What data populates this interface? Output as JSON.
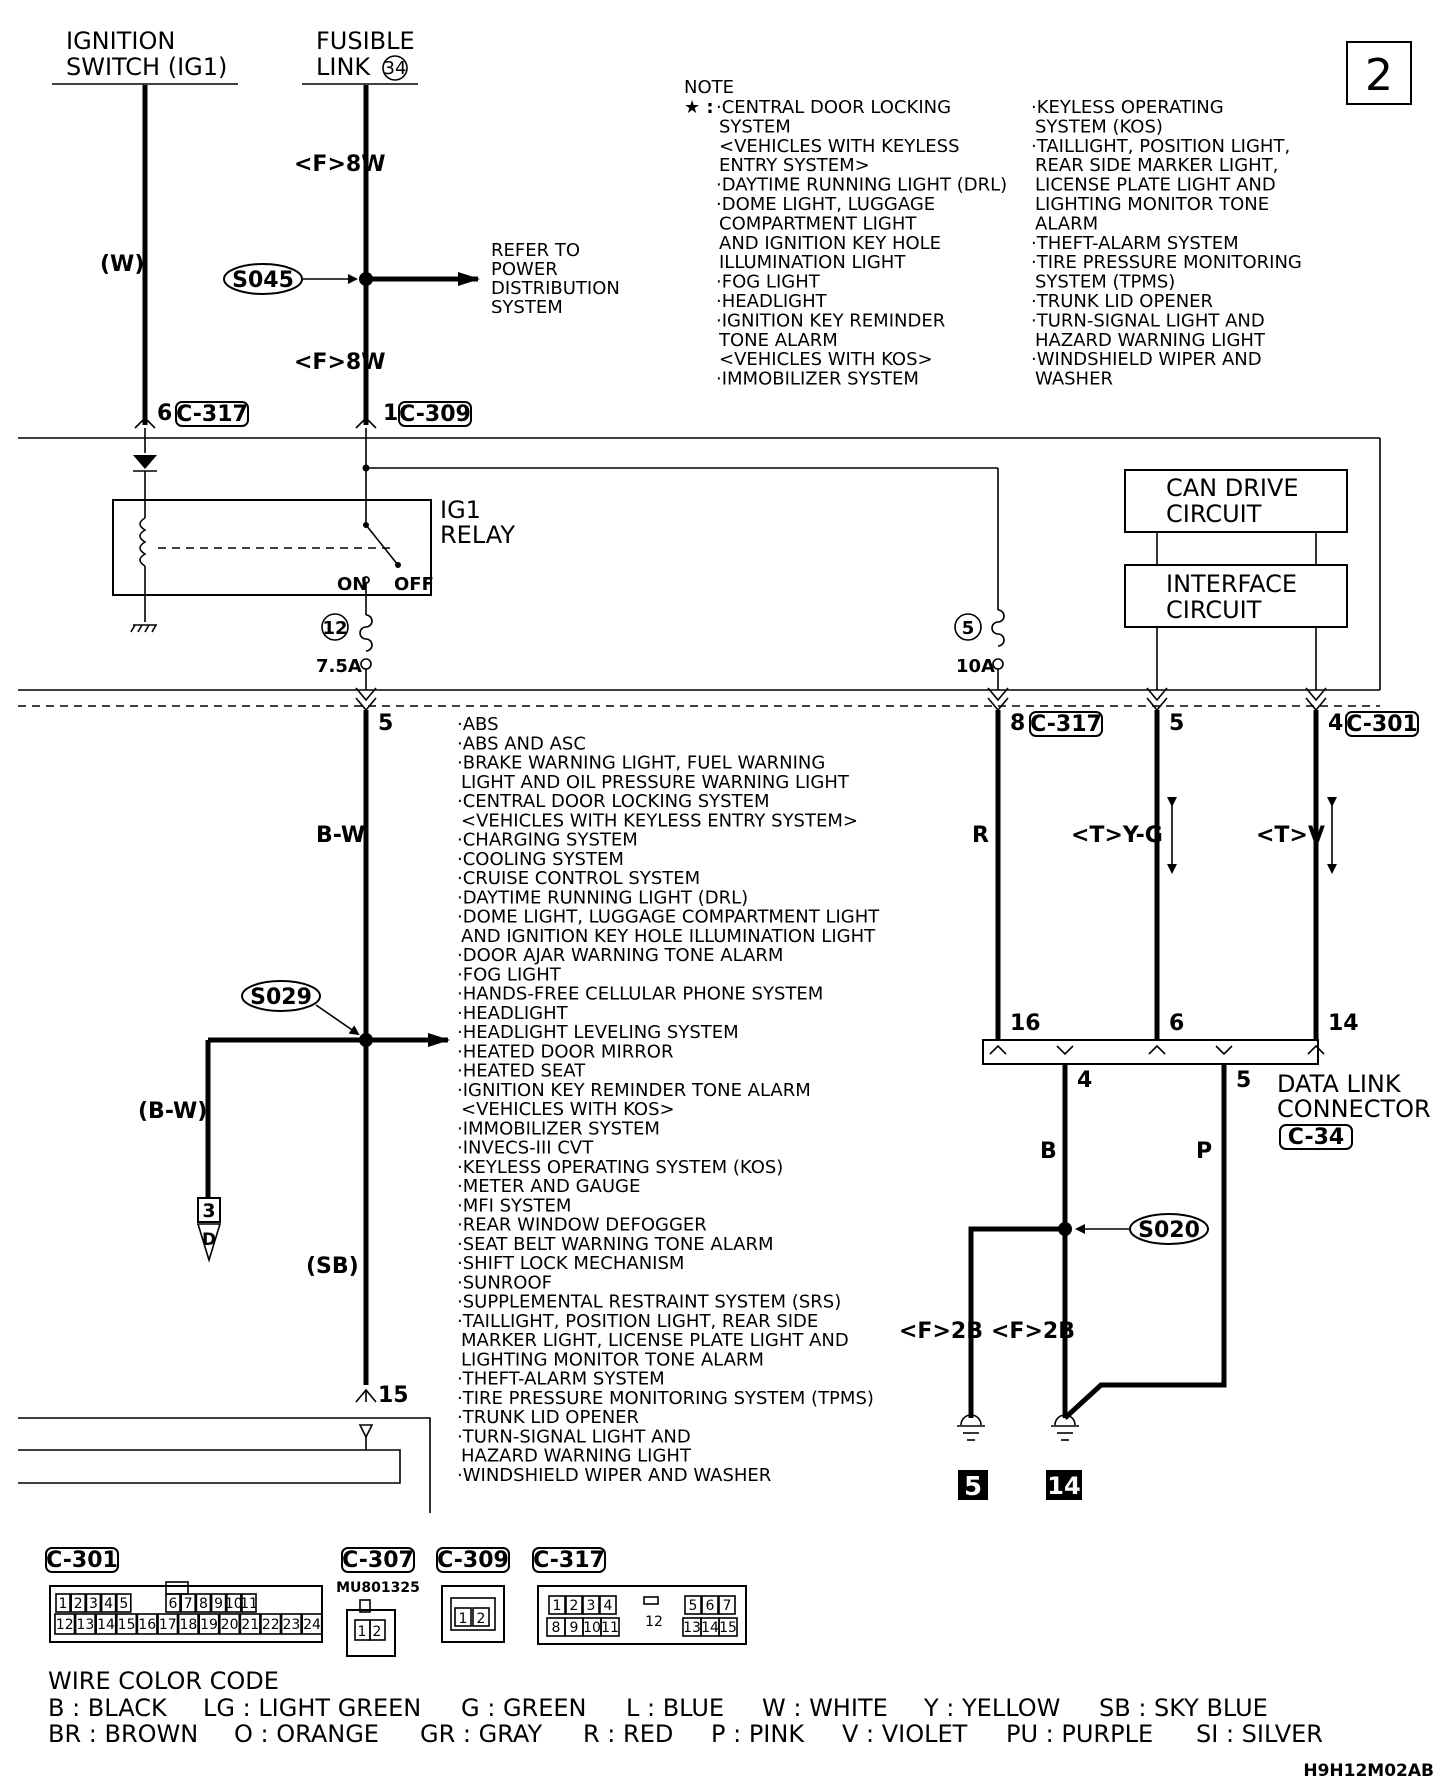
{
  "page_number": "2",
  "figure_code": "H9H12M02AB",
  "top_labels": {
    "ignition_switch": [
      "IGNITION",
      "SWITCH (IG1)"
    ],
    "fusible_link": [
      "FUSIBLE",
      "LINK",
      "34"
    ]
  },
  "note": {
    "title": "NOTE",
    "marker": "★ :",
    "col1": [
      "·CENTRAL DOOR LOCKING",
      "SYSTEM",
      "<VEHICLES WITH KEYLESS",
      "ENTRY SYSTEM>",
      "·DAYTIME RUNNING LIGHT (DRL)",
      "·DOME LIGHT, LUGGAGE",
      "COMPARTMENT LIGHT",
      "AND IGNITION KEY HOLE",
      "ILLUMINATION LIGHT",
      "·FOG LIGHT",
      "·HEADLIGHT",
      "·IGNITION KEY REMINDER",
      "TONE ALARM",
      "<VEHICLES WITH KOS>",
      "·IMMOBILIZER SYSTEM"
    ],
    "col2": [
      "·KEYLESS OPERATING",
      "SYSTEM (KOS)",
      "·TAILLIGHT, POSITION LIGHT,",
      "REAR SIDE MARKER LIGHT,",
      "LICENSE PLATE LIGHT AND",
      "LIGHTING MONITOR TONE",
      "ALARM",
      "·THEFT-ALARM SYSTEM",
      "·TIRE PRESSURE MONITORING",
      "SYSTEM (TPMS)",
      "·TRUNK LID OPENER",
      "·TURN-SIGNAL LIGHT AND",
      "HAZARD WARNING LIGHT",
      "·WINDSHIELD WIPER AND",
      "WASHER"
    ]
  },
  "refer": [
    "REFER TO",
    "POWER",
    "DISTRIBUTION",
    "SYSTEM"
  ],
  "splices": {
    "s045": "S045",
    "s029": "S029",
    "s020": "S020"
  },
  "wire_labels": {
    "w": "(W)",
    "f8w_top": "<F>8W",
    "f8w_bottom": "<F>8W",
    "bw": "B-W",
    "bw_branch": "(B-W)",
    "sb": "(SB)",
    "r": "R",
    "tyg": "<T>Y-G",
    "tv": "<T>V",
    "b": "B",
    "p": "P",
    "f2b_left": "<F>2B",
    "f2b_right": "<F>2B"
  },
  "connectors": {
    "c317": "C-317",
    "c309": "C-309",
    "c301": "C-301",
    "c307": "C-307",
    "c34": "C-34",
    "c307_part": "MU801325"
  },
  "pins": {
    "c317_in": "6",
    "c309_in": "1",
    "c317_out": "8",
    "c301_pin5": "5",
    "c301_pin4": "4",
    "relay_out": "5",
    "out15": "15",
    "dlc16": "16",
    "dlc6": "6",
    "dlc14": "14",
    "dlc4": "4",
    "dlc5": "5"
  },
  "relay": {
    "name": [
      "IG1",
      "RELAY"
    ],
    "on": "ON",
    "off": "OFF"
  },
  "fuses": {
    "f12": "12",
    "f12_rating": "7.5A",
    "f5": "5",
    "f5_rating": "10A"
  },
  "boxes": {
    "can_drive": [
      "CAN DRIVE",
      "CIRCUIT"
    ],
    "interface": [
      "INTERFACE",
      "CIRCUIT"
    ]
  },
  "dlc_label": [
    "DATA LINK",
    "CONNECTOR"
  ],
  "ground_labels": {
    "left": "5",
    "right": "14"
  },
  "branch_ref": {
    "num": "3",
    "letter": "D"
  },
  "systems_list": [
    "·ABS",
    "·ABS AND ASC",
    "·BRAKE WARNING LIGHT, FUEL WARNING",
    "LIGHT AND OIL PRESSURE WARNING LIGHT",
    "·CENTRAL DOOR LOCKING SYSTEM",
    "<VEHICLES WITH KEYLESS ENTRY SYSTEM>",
    "·CHARGING SYSTEM",
    "·COOLING SYSTEM",
    "·CRUISE CONTROL SYSTEM",
    "·DAYTIME RUNNING LIGHT (DRL)",
    "·DOME LIGHT, LUGGAGE COMPARTMENT LIGHT",
    "AND IGNITION KEY HOLE ILLUMINATION LIGHT",
    "·DOOR AJAR WARNING TONE ALARM",
    "·FOG LIGHT",
    "·HANDS-FREE CELLULAR PHONE SYSTEM",
    "·HEADLIGHT",
    "·HEADLIGHT LEVELING SYSTEM",
    "·HEATED DOOR MIRROR",
    "·HEATED SEAT",
    "·IGNITION KEY REMINDER TONE ALARM",
    "<VEHICLES WITH KOS>",
    "·IMMOBILIZER SYSTEM",
    "·INVECS-III CVT",
    "·KEYLESS OPERATING SYSTEM (KOS)",
    "·METER AND GAUGE",
    "·MFI SYSTEM",
    "·REAR WINDOW DEFOGGER",
    "·SEAT BELT WARNING TONE ALARM",
    "·SHIFT LOCK MECHANISM",
    "·SUNROOF",
    "·SUPPLEMENTAL RESTRAINT SYSTEM (SRS)",
    "·TAILLIGHT, POSITION LIGHT, REAR SIDE",
    "MARKER LIGHT, LICENSE PLATE LIGHT AND",
    "LIGHTING MONITOR TONE ALARM",
    "·THEFT-ALARM SYSTEM",
    "·TIRE PRESSURE MONITORING SYSTEM (TPMS)",
    "·TRUNK LID OPENER",
    "·TURN-SIGNAL LIGHT AND",
    "HAZARD WARNING LIGHT",
    "·WINDSHIELD WIPER AND WASHER"
  ],
  "connector_faces": {
    "c301_row1": [
      "1",
      "2",
      "3",
      "4",
      "5",
      "6",
      "7",
      "8",
      "9",
      "10",
      "11"
    ],
    "c301_row2": [
      "12",
      "13",
      "14",
      "15",
      "16",
      "17",
      "18",
      "19",
      "20",
      "21",
      "22",
      "23",
      "24"
    ],
    "c307": [
      "1",
      "2"
    ],
    "c309": [
      "1",
      "2"
    ],
    "c317_row1": [
      "1",
      "2",
      "3",
      "4",
      "5",
      "6",
      "7"
    ],
    "c317_row2": [
      "8",
      "9",
      "10",
      "11",
      "13",
      "14",
      "15"
    ],
    "c317_center": "12"
  },
  "wire_color_code": {
    "title": "WIRE COLOR CODE",
    "row1": [
      "B : BLACK",
      "LG : LIGHT GREEN",
      "G : GREEN",
      "L : BLUE",
      "W : WHITE",
      "Y : YELLOW",
      "SB : SKY BLUE"
    ],
    "row2": [
      "BR : BROWN",
      "O : ORANGE",
      "GR : GRAY",
      "R : RED",
      "P : PINK",
      "V : VIOLET",
      "PU : PURPLE",
      "SI : SILVER"
    ]
  }
}
